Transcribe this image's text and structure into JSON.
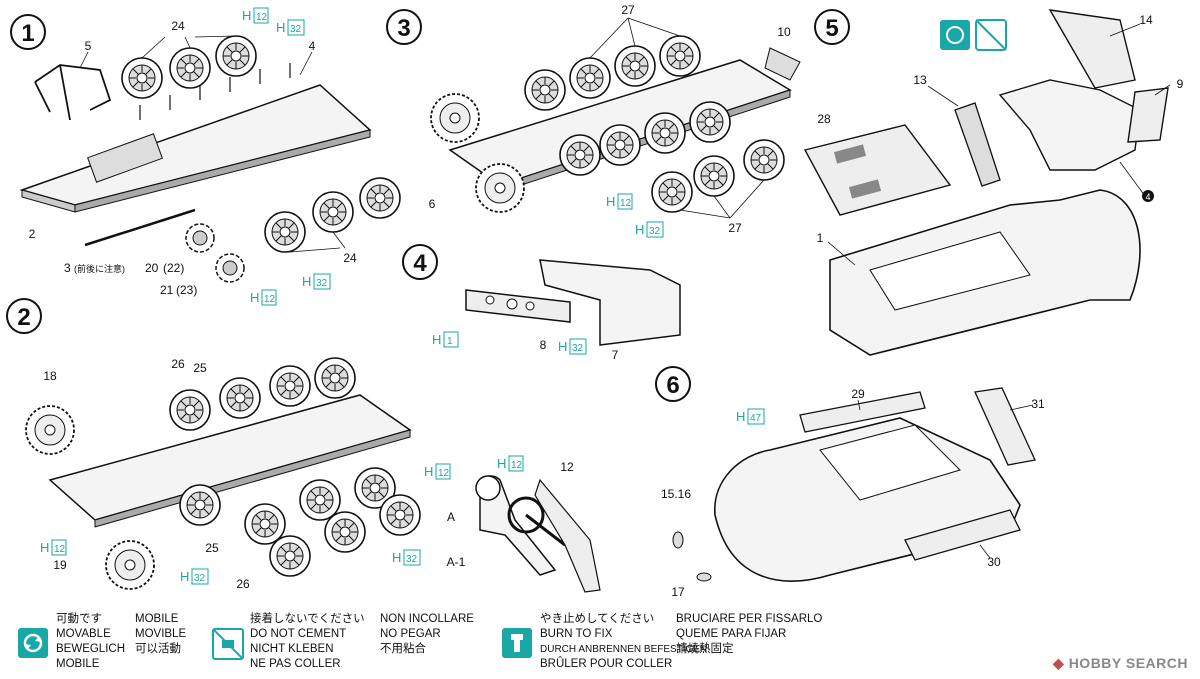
{
  "steps": [
    "1",
    "2",
    "3",
    "4",
    "5",
    "6"
  ],
  "step1": {
    "labels": [
      "24",
      "5",
      "4",
      "2",
      "3",
      "20",
      "(22)",
      "21",
      "(23)",
      "24"
    ],
    "note_3": "(前後に注意)",
    "h_refs": [
      "12",
      "32",
      "12",
      "32"
    ]
  },
  "step2": {
    "labels": [
      "18",
      "26",
      "25",
      "25",
      "26",
      "19"
    ],
    "h_refs": [
      "12",
      "32",
      "12",
      "32"
    ]
  },
  "step3": {
    "labels": [
      "27",
      "10",
      "6",
      "27"
    ],
    "h_refs": [
      "12",
      "32"
    ]
  },
  "step4": {
    "labels": [
      "8",
      "7"
    ],
    "h_refs": [
      "1",
      "32"
    ]
  },
  "step4b": {
    "labels": [
      "12",
      "A",
      "A-1"
    ],
    "h_refs": [
      "12"
    ]
  },
  "step5": {
    "labels": [
      "14",
      "13",
      "9",
      "28",
      "1",
      "4"
    ]
  },
  "step6": {
    "labels": [
      "29",
      "31",
      "15.16",
      "30",
      "17"
    ],
    "h_refs": [
      "47"
    ]
  },
  "h_prefix": "H",
  "legend": {
    "movable": {
      "jp": "可動です",
      "en": "MOVABLE",
      "de": "BEWEGLICH",
      "fr": "MOBILE",
      "es": "MOBILE",
      "es2": "MOVIBLE",
      "zh": "可以活動"
    },
    "no_cement": {
      "jp": "接着しないでください",
      "en": "DO NOT CEMENT",
      "de": "NICHT KLEBEN",
      "fr": "NE PAS COLLER",
      "it": "NON INCOLLARE",
      "es": "NO PEGAR",
      "zh": "不用粘合"
    },
    "burn": {
      "jp": "やき止めしてください",
      "en": "BURN TO FIX",
      "de": "DURCH ANBRENNEN BEFESTIGEN",
      "fr": "BRÛLER POUR COLLER",
      "it": "BRUCIARE PER FISSARLO",
      "es": "QUEME PARA FIJAR",
      "zh": "請燒熱固定"
    }
  },
  "watermark": "HOBBY SEARCH",
  "colors": {
    "accent": "#1aa7a7",
    "ink": "#111111"
  }
}
